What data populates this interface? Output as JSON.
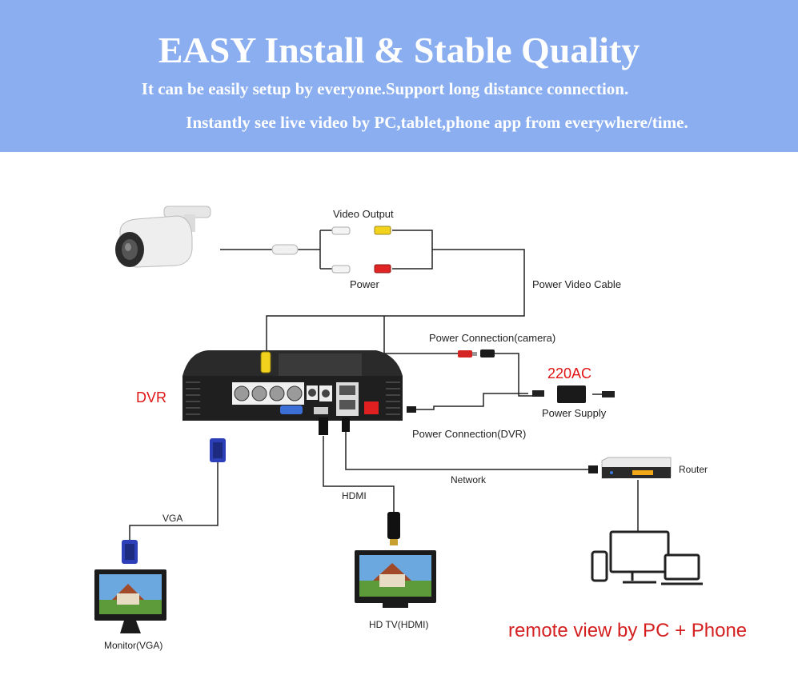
{
  "banner": {
    "title": "EASY Install & Stable Quality",
    "subtitle_1": "It can be easily setup by everyone.Support long distance connection.",
    "subtitle_2": "Instantly see live video by PC,tablet,phone app from everywhere/time.",
    "background_color": "#8aaef0"
  },
  "labels": {
    "video_output": "Video Output",
    "power": "Power",
    "power_video_cable": "Power Video Cable",
    "power_connection_camera": "Power Connection(camera)",
    "ac": "220AC",
    "power_supply": "Power Supply",
    "power_connection_dvr": "Power Connection(DVR)",
    "dvr": "DVR",
    "network": "Network",
    "router": "Router",
    "vga": "VGA",
    "hdmi": "HDMI",
    "monitor": "Monitor(VGA)",
    "hdtv": "HD TV(HDMI)",
    "remote": "remote view by PC + Phone"
  },
  "colors": {
    "red_label": "#e01515",
    "line": "#222222"
  },
  "icons": [
    "bullet-camera-icon",
    "dvr-recorder-icon",
    "power-adapter-icon",
    "router-icon",
    "monitor-icon",
    "hdtv-icon",
    "vga-plug-icon",
    "hdmi-plug-icon",
    "pc-phone-laptop-icon"
  ]
}
